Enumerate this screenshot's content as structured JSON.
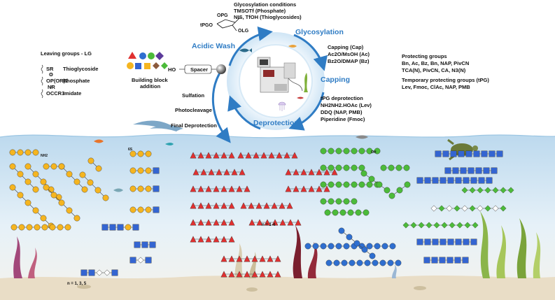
{
  "glycosylation": {
    "conditions_title": "Glycosylation conditions",
    "conditions_1": "TMSOTf (Phosphate)",
    "conditions_2": "NIS, TfOH (Thioglycosides)",
    "step_label": "Glycosylation",
    "sugar_pg_top": "OPG",
    "sugar_pg_left": "tPGO",
    "sugar_lg": "OLG"
  },
  "acidic_wash": {
    "label": "Acidic Wash"
  },
  "leaving_groups": {
    "title": "Leaving groups - LG",
    "items": [
      {
        "group": "SR",
        "name": "Thioglycoside"
      },
      {
        "group": "OP(OR)2",
        "name": "Phosphate",
        "extra": "O"
      },
      {
        "group": "OCCR3",
        "name": "Imidate",
        "extra": "NR"
      }
    ]
  },
  "building_block": {
    "label_1": "Building block",
    "label_2": "addition"
  },
  "resin": {
    "ho": "HO",
    "spacer": "Spacer"
  },
  "capping": {
    "step_label": "Capping",
    "lines": [
      "Capping (Cap)",
      "Ac2O/MsOH (Ac)",
      "Bz2O/DMAP (Bz)"
    ]
  },
  "protecting_groups": {
    "title": "Protecting groups",
    "line_1": "Bn, Ac, Bz, Bn, NAP, PivCN",
    "line_2": "TCA(N), PivCN, CA, N3(N)",
    "temp_title": "Temporary protecting groups (tPG)",
    "temp_line": "Lev, Fmoc, ClAc, NAP, PMB"
  },
  "deprotection": {
    "step_label": "Deprotection",
    "lines": [
      "tPG deprotection",
      "NH2NH2.HOAc (Lev)",
      "DDQ (NAP, PMB)",
      "Piperidine (Fmoc)"
    ]
  },
  "post_synthesis": [
    "Sulfation",
    "Photocleavage",
    "Final Deprotection"
  ],
  "structures": {
    "repeat_1": "n = 1-4",
    "repeat_2": "n = 1, 3, 5",
    "sulfate": "6S",
    "hydroxyl": "OH",
    "amine": "NH2"
  },
  "colors": {
    "step_blue": "#2f7cc4",
    "gal_yellow": "#f5b520",
    "fuc_red": "#e03030",
    "glc_blue": "#2f6fd0",
    "man_green": "#4cbb3a",
    "glcnac_blue_square": "#3465d1",
    "sea": "#cfe4f2",
    "sand": "#e9ddc6"
  },
  "icons": [
    "dolphin-icon",
    "fish-icon",
    "turtle-icon",
    "jellyfish-icon",
    "synthesizer-icon",
    "seaweed-icon",
    "coral-icon",
    "resin-bead-icon"
  ]
}
